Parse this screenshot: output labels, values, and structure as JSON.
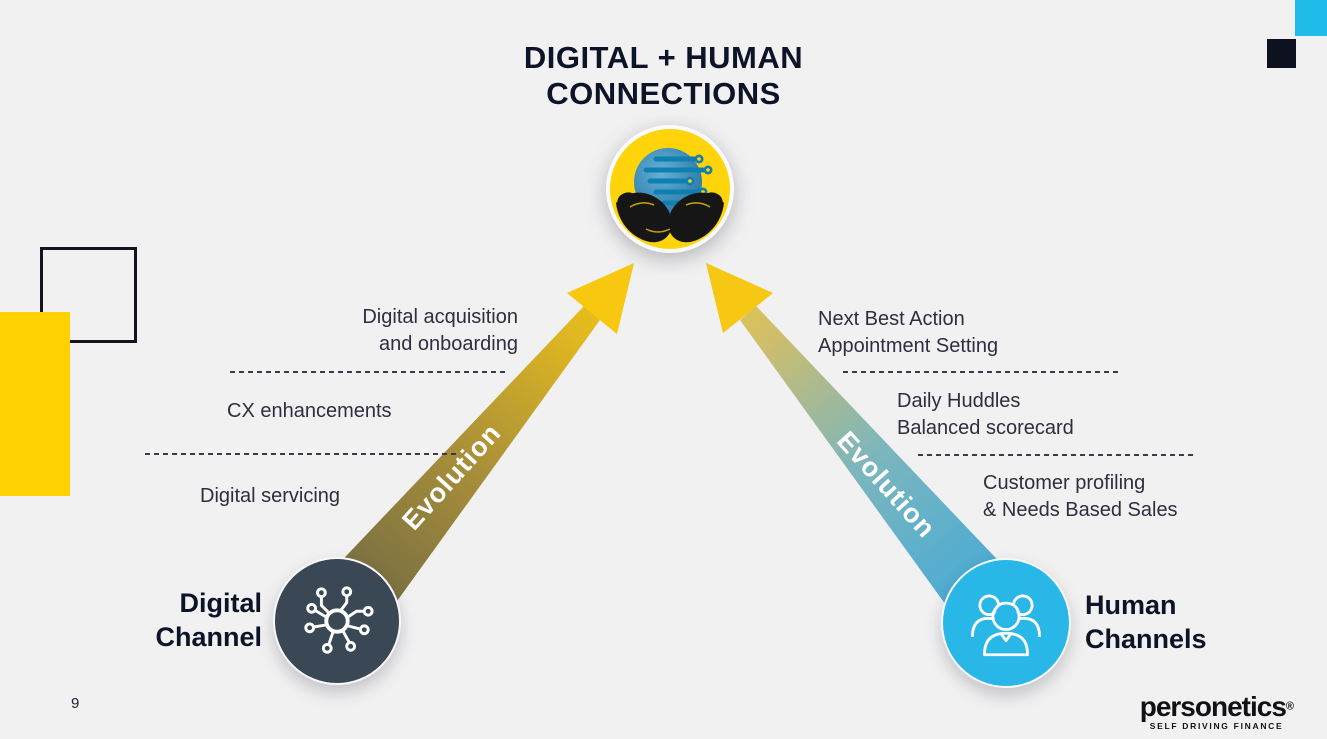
{
  "title": {
    "line1": "DIGITAL + HUMAN",
    "line2": "CONNECTIONS",
    "color": "#0e1428"
  },
  "center_icon": {
    "name": "hands-holding-connected-globe",
    "circle_color": "#ffd40b",
    "globe_color": "#2f87b4",
    "circuit_color": "#0e7fb0",
    "hands_color": "#161616"
  },
  "arrows": {
    "left": {
      "label": "Evolution",
      "gradient": [
        "#6d6746",
        "#a98f38",
        "#ddb622",
        "#f7c70f"
      ],
      "head_color": "#f8c70f"
    },
    "right": {
      "label": "Evolution",
      "gradient": [
        "#3fa9d9",
        "#7cb6bd",
        "#cdbd6e",
        "#eeca35"
      ],
      "head_color": "#f6c713"
    }
  },
  "left_column": {
    "item1_line1": "Digital acquisition",
    "item1_line2": "and onboarding",
    "item2": "CX enhancements",
    "item3": "Digital servicing"
  },
  "right_column": {
    "item1_line1": "Next Best Action",
    "item1_line2": "Appointment Setting",
    "item2_line1": "Daily Huddles",
    "item2_line2": "Balanced scorecard",
    "item3_line1": "Customer profiling",
    "item3_line2": "& Needs Based Sales"
  },
  "channels": {
    "digital": {
      "label_line1": "Digital",
      "label_line2": "Channel",
      "circle_color": "#3a4754",
      "icon": "network-nodes-icon"
    },
    "human": {
      "label_line1": "Human",
      "label_line2": "Channels",
      "circle_color": "#29b7e8",
      "icon": "people-group-icon"
    }
  },
  "decor": {
    "yellow": "#ffd100",
    "blue": "#1fbcea",
    "navy": "#0e1220",
    "background": "#f1f1f2"
  },
  "footer": {
    "page_number": "9",
    "logo_text": "personetics",
    "logo_reg": "®",
    "logo_tagline": "SELF DRIVING FINANCE"
  }
}
